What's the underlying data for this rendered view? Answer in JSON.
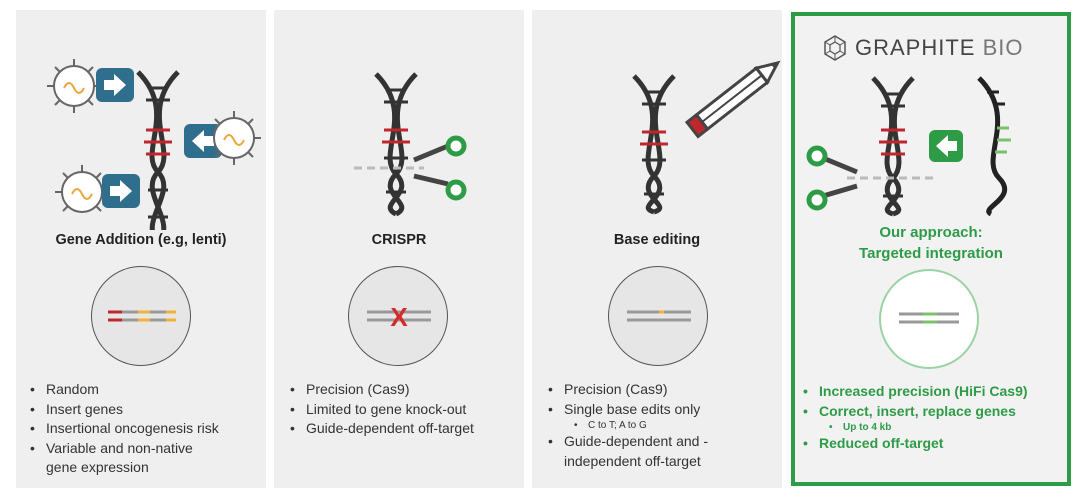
{
  "panels": [
    {
      "title": "Gene Addition (e.g, lenti)",
      "icons": [
        "virus-icon",
        "arrow-right-icon",
        "dna-helix-icon",
        "arrow-left-icon"
      ],
      "bullets": [
        "Random",
        "Insert genes",
        "Insertional oncogenesis risk",
        "Variable and non-native",
        "gene expression"
      ]
    },
    {
      "title": "CRISPR",
      "icons": [
        "dna-helix-icon",
        "scissors-icon"
      ],
      "cut_mark": "X",
      "bullets": [
        "Precision (Cas9)",
        "Limited to gene knock-out",
        "Guide-dependent off-target"
      ]
    },
    {
      "title": "Base editing",
      "icons": [
        "dna-helix-icon",
        "pencil-icon"
      ],
      "bullets": [
        "Precision (Cas9)",
        "Single base edits only",
        "C to T; A to G",
        "Guide-dependent and -",
        "independent off-target"
      ]
    },
    {
      "logo": {
        "name": "GRAPHITE",
        "suffix": "BIO",
        "icon": "hexagon-logo-icon"
      },
      "title_line1": "Our approach:",
      "title_line2": "Targeted integration",
      "icons": [
        "scissors-icon",
        "dna-helix-icon",
        "arrow-left-icon",
        "half-dna-icon"
      ],
      "bullets": [
        "Increased precision (HiFi Cas9)",
        "Correct, insert, replace genes",
        "Up to 4 kb",
        "Reduced off-target"
      ]
    }
  ],
  "colors": {
    "accent_green": "#2e9b47",
    "dna_red": "#c0272d",
    "arrow_blue": "#2f6f8d",
    "gene_yellow": "#f2b233"
  }
}
